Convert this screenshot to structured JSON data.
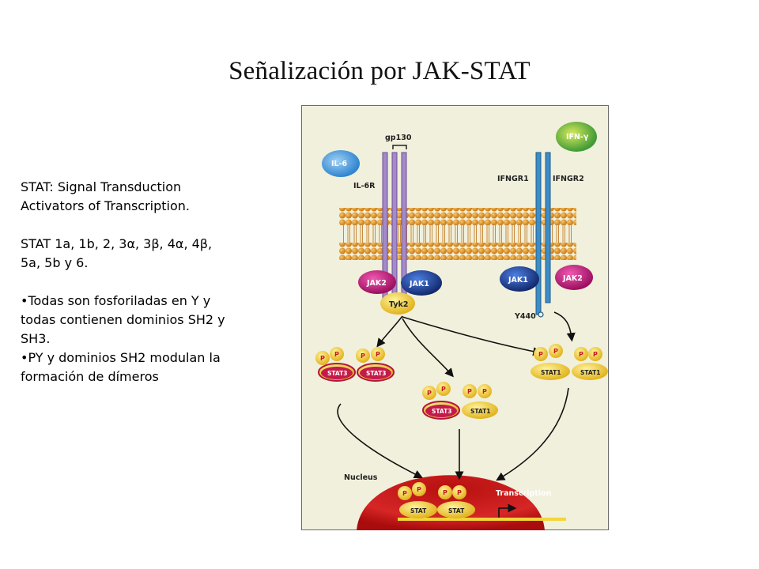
{
  "title": "Señalización por JAK-STAT",
  "text": {
    "p1_line1": "STAT:  Signal Transduction",
    "p1_line2": "Activators of  Transcription.",
    "p2_line1": "STAT 1a, 1b, 2, 3α, 3β, 4α, 4β,",
    "p2_line2": "5a, 5b y 6.",
    "b1_line1": "Todas son fosforiladas en Y y",
    "b1_line2": "todas contienen dominios SH2 y",
    "b1_line3": "SH3.",
    "b2_line1": "PY y dominios SH2 modulan la",
    "b2_line2": "formación de dímeros"
  },
  "figure": {
    "gp130": "gp130",
    "il6": "IL-6",
    "il6r": "IL-6R",
    "ifn": "IFN-γ",
    "ifngr1": "IFNGR1",
    "ifngr2": "IFNGR2",
    "jak2": "JAK2",
    "jak1": "JAK1",
    "tyk2": "Tyk2",
    "y440": "Y440",
    "p": "P",
    "stat3": "STAT3",
    "stat1": "STAT1",
    "stat": "STAT",
    "nucleus": "Nucleus",
    "transcription": "Transcription",
    "colors": {
      "panel_bg": "#f1f0dc",
      "lipid": "#e39a2c",
      "jak2": "#c8187a",
      "jak1": "#1a3e9a",
      "tyk2": "#f3d23c",
      "nucleus": "#c41a1a",
      "gp130_receptor": "#a58ac8",
      "ifng_receptor": "#3b8dc8"
    }
  }
}
